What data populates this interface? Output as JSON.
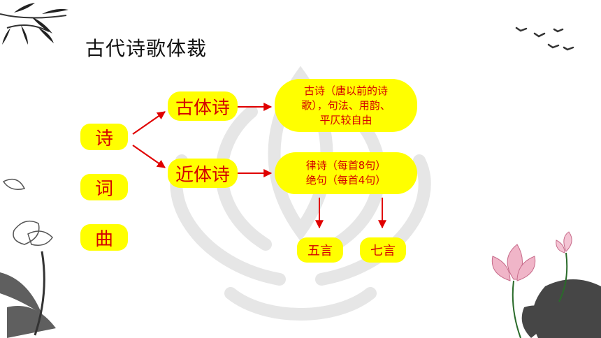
{
  "slide": {
    "title": "古代诗歌体裁"
  },
  "genres": [
    "诗",
    "词",
    "曲"
  ],
  "branches": {
    "ancient": {
      "label": "古体诗",
      "desc_lines": [
        "古诗（唐以前的诗",
        "歌），句法、用韵、",
        "平仄较自由"
      ]
    },
    "modern": {
      "label": "近体诗",
      "desc_lines": [
        "律诗（每首8句）",
        "绝句（每首4句）"
      ],
      "subtypes": [
        "五言",
        "七言"
      ]
    }
  },
  "colors": {
    "box_fill": "#ffff00",
    "text_red": "#d40000",
    "arrow_red": "#e00000"
  }
}
